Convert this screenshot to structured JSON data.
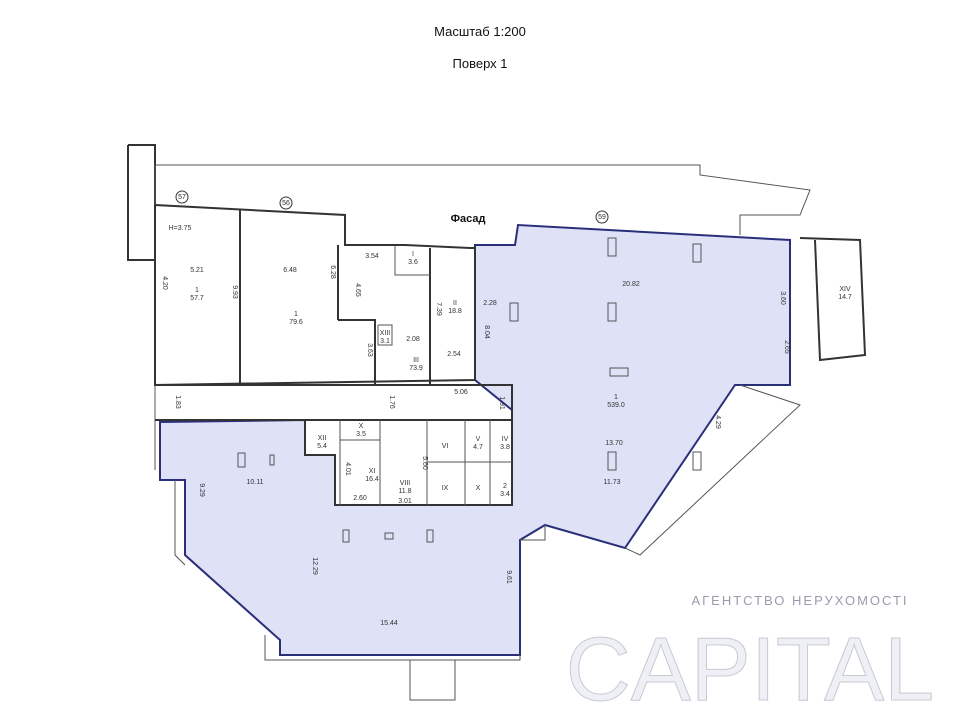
{
  "header": {
    "scale": "Масштаб 1:200",
    "floor": "Поверх 1"
  },
  "facade_label": "Фасад",
  "axes": [
    "57",
    "56",
    "59"
  ],
  "height_label": "Н=3.75",
  "watermark": {
    "main": "CAPITAL",
    "sub": "АГЕНТСТВО НЕРУХОМОСТІ"
  },
  "colors": {
    "rented": "#dfe1f7",
    "wall": "#333333",
    "outline": "#2a2f7a"
  },
  "rooms": [
    {
      "num": "1",
      "area": "57.7"
    },
    {
      "num": "1",
      "area": "79.6"
    },
    {
      "num": "I",
      "area": "3.6"
    },
    {
      "num": "II",
      "area": "18.8"
    },
    {
      "num": "III",
      "area": "73.9"
    },
    {
      "num": "XIII",
      "area": "3.1"
    },
    {
      "num": "1",
      "area": "539.0"
    },
    {
      "num": "XIV",
      "area": "14.7"
    },
    {
      "num": "XII",
      "area": "5.4"
    },
    {
      "num": "X",
      "area": "3.5"
    },
    {
      "num": "XI",
      "area": "16.4"
    },
    {
      "num": "VIII",
      "area": "11.8"
    },
    {
      "num": "V",
      "area": "4.7"
    },
    {
      "num": "IV",
      "area": "3.8"
    },
    {
      "num": "2",
      "area": "3.4"
    },
    {
      "num": "VI",
      "area": ""
    },
    {
      "num": "IX",
      "area": ""
    },
    {
      "num": "X",
      "area": ""
    }
  ],
  "dimensions": [
    "5.21",
    "4.20",
    "9.93",
    "6.48",
    "6.28",
    "3.54",
    "4.65",
    "7.39",
    "2.28",
    "8.04",
    "2.08",
    "2.54",
    "3.63",
    "1.83",
    "1.76",
    "5.06",
    "1.91",
    "20.82",
    "3.60",
    "2.65",
    "4.29",
    "13.70",
    "11.73",
    "10.11",
    "9.29",
    "4.01",
    "2.60",
    "3.01",
    "5.60",
    "12.29",
    "9.61",
    "15.44"
  ]
}
